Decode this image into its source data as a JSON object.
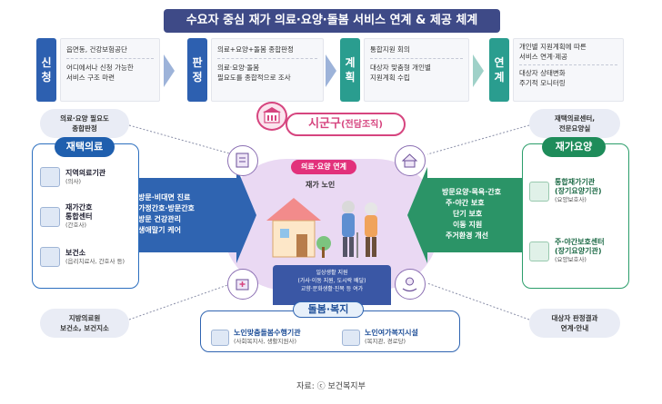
{
  "title": "수요자 중심 재가 의료·요양·돌봄 서비스 연계 & 제공 체계",
  "steps": [
    {
      "label_1": "신",
      "label_2": "청",
      "color": "#2d60b0",
      "line_a": "읍면동, 건강보험공단",
      "line_b": "어디에서나 신청 가능한",
      "line_c": "서비스 구조 마련"
    },
    {
      "label_1": "판",
      "label_2": "정",
      "color": "#2d60b0",
      "line_a": "의료+요양+돌봄 종합판정",
      "line_b": "의료·요양·돌봄",
      "line_c": "필요도를 종합적으로 조사"
    },
    {
      "label_1": "계",
      "label_2": "획",
      "color": "#2a9d8f",
      "line_a": "통합지원 회의",
      "line_b": "대상자 맞춤형 개인별",
      "line_c": "지원계획 수립"
    },
    {
      "label_1": "연",
      "label_2": "계",
      "color": "#2a9d8f",
      "line_a": "개인별 지원계획에 따른",
      "line_a2": "서비스 연계·제공",
      "line_b": "대상자 상태변화",
      "line_c": "주기적 모니터링"
    }
  ],
  "pills": {
    "top_left_1": "의료·요양 필요도",
    "top_left_2": "종합판정",
    "bottom_left_1": "지방의료원",
    "bottom_left_2": "보건소, 보건지소",
    "top_right_1": "재택의료센터,",
    "top_right_2": "전문요양실",
    "bottom_right_1": "대상자 판정결과",
    "bottom_right_2": "연계·안내"
  },
  "home_medical": {
    "header": "재택의료",
    "items": [
      {
        "name": "지역의료기관",
        "sub": "(의사)"
      },
      {
        "name": "재가간호",
        "name2": "통합센터",
        "sub": "(간호사)"
      },
      {
        "name": "보건소",
        "sub": "(읍리치료사, 간호사 등)"
      }
    ],
    "services": [
      "방문·비대면 진료",
      "가정간호·방문간호",
      "방문 건강관리",
      "생애말기 케어"
    ]
  },
  "home_care": {
    "header": "재가요양",
    "items": [
      {
        "name": "통합재가기관",
        "name2": "(장기요양기관)",
        "sub": "(요양보호사)"
      },
      {
        "name": "주·야간보호센터",
        "name2": "(장기요양기관)",
        "sub": "(요양보호사)"
      }
    ],
    "services": [
      "방문요양·목욕·간호",
      "주·야간 보호",
      "단기 보호",
      "이동 지원",
      "주거환경 개선"
    ]
  },
  "center": {
    "office": "시군구",
    "office_sub": "(전담조직)",
    "link": "의료·요양 연계",
    "home": "재가 노인"
  },
  "welfare": {
    "header": "돌봄·복지",
    "sub_1": "일상생활 지원",
    "sub_2": "(가사·이동 지원, 도시락 배달)",
    "sub_3": "교향·문화생활·진목 등 여가",
    "items": [
      {
        "name": "노인맞춤돌봄수행기관",
        "sub": "(사회복지사, 생활지원사)"
      },
      {
        "name": "노인여가복지시설",
        "sub": "(복지관, 경로당)"
      }
    ]
  },
  "caption": "자료: ⓒ 보건복지부",
  "colors": {
    "blue": "#2f64b1",
    "green": "#2b9467",
    "pink": "#d6457f",
    "navy": "#3e4a87"
  }
}
